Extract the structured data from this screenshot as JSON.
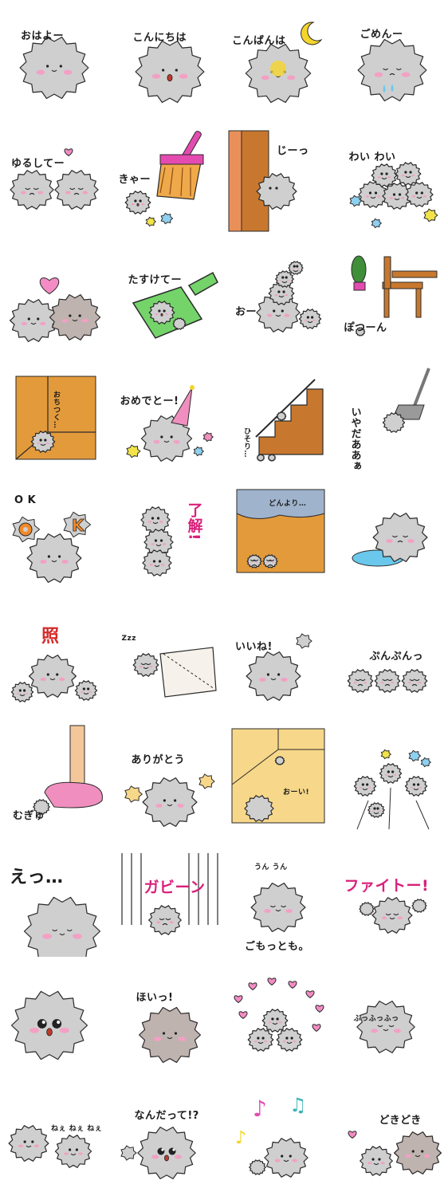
{
  "colors": {
    "fluff": "#cfcfcf",
    "fluff_dark": "#a9a9a9",
    "fluff_brown": "#bfb3b0",
    "outline": "#2a2a2a",
    "cheek": "#f3a0c4",
    "moon": "#f4d52a",
    "heart": "#f38cc4",
    "wood": "#c8782e",
    "floor": "#e39a3b",
    "dustpan": "#74d46a",
    "broom_pink": "#e44bb0",
    "broom_orange": "#f0a94a",
    "sky": "#9fb3cc",
    "yellow_wall": "#f7d78a",
    "slipper": "#f08fbf",
    "puddle": "#69c8ec",
    "music": "#3fb4b8"
  },
  "stickers": [
    {
      "caption": "おはよー",
      "icon": "dust-fluff-smile"
    },
    {
      "caption": "こんにちは",
      "icon": "dust-fluff-happy"
    },
    {
      "caption": "こんばんは",
      "icon": "dust-fluff-moon"
    },
    {
      "caption": "ごめんー",
      "icon": "dust-fluff-crying"
    },
    {
      "caption": "ゆるしてー",
      "icon": "two-fluffs-heart"
    },
    {
      "caption": "きゃー",
      "icon": "broom-sweeping"
    },
    {
      "caption": "じーっ",
      "icon": "peeking-door"
    },
    {
      "caption": "わい わい",
      "icon": "fluff-crowd"
    },
    {
      "caption": "",
      "icon": "fluffs-heart"
    },
    {
      "caption": "たすけてー",
      "icon": "dustpan"
    },
    {
      "caption": "おー",
      "icon": "fluff-stack"
    },
    {
      "caption": "ぽつーん",
      "icon": "chair-plant"
    },
    {
      "caption": "おちつく…",
      "icon": "room-corner"
    },
    {
      "caption": "おめでとー!",
      "icon": "party-hat"
    },
    {
      "caption": "ひそり…",
      "icon": "stairs"
    },
    {
      "caption": "いやだああぁ",
      "icon": "vacuum-cleaner"
    },
    {
      "caption": "O K",
      "icon": "ok-fluffs"
    },
    {
      "caption": "了解!",
      "icon": "fluff-tower"
    },
    {
      "caption": "どんより…",
      "icon": "gloomy-room"
    },
    {
      "caption": "",
      "icon": "crying-puddle"
    },
    {
      "caption": "照",
      "icon": "shy-fluff"
    },
    {
      "caption": "Zzz",
      "icon": "sleeping-pillow"
    },
    {
      "caption": "いいね!",
      "icon": "fluff-like"
    },
    {
      "caption": "ぷんぷんっ",
      "icon": "angry-fluffs"
    },
    {
      "caption": "むぎゅ",
      "icon": "slipper-step"
    },
    {
      "caption": "ありがとう",
      "icon": "fluff-thanks"
    },
    {
      "caption": "おーい!",
      "icon": "corner-call"
    },
    {
      "caption": "",
      "icon": "fluff-burst"
    },
    {
      "caption": "えっ…",
      "icon": "surprised-fluff"
    },
    {
      "caption": "ガビーン",
      "icon": "shock-lines"
    },
    {
      "caption": "うん うん",
      "subcaption": "ごもっとも。",
      "icon": "nodding-fluff"
    },
    {
      "caption": "ファイトー!",
      "icon": "fight-fluffs"
    },
    {
      "caption": "",
      "icon": "sparkle-eyes"
    },
    {
      "caption": "ほいっ!",
      "icon": "brown-fluff"
    },
    {
      "caption": "",
      "icon": "love-hearts"
    },
    {
      "caption": "ふっふっふっ",
      "icon": "smirk-fluff"
    },
    {
      "caption": "ねぇ ねぇ ねぇ",
      "icon": "fluffs-chat"
    },
    {
      "caption": "なんだって!?",
      "icon": "shocked-fluff"
    },
    {
      "caption": "",
      "icon": "music-notes"
    },
    {
      "caption": "どきどき",
      "icon": "blushing-pair"
    }
  ]
}
